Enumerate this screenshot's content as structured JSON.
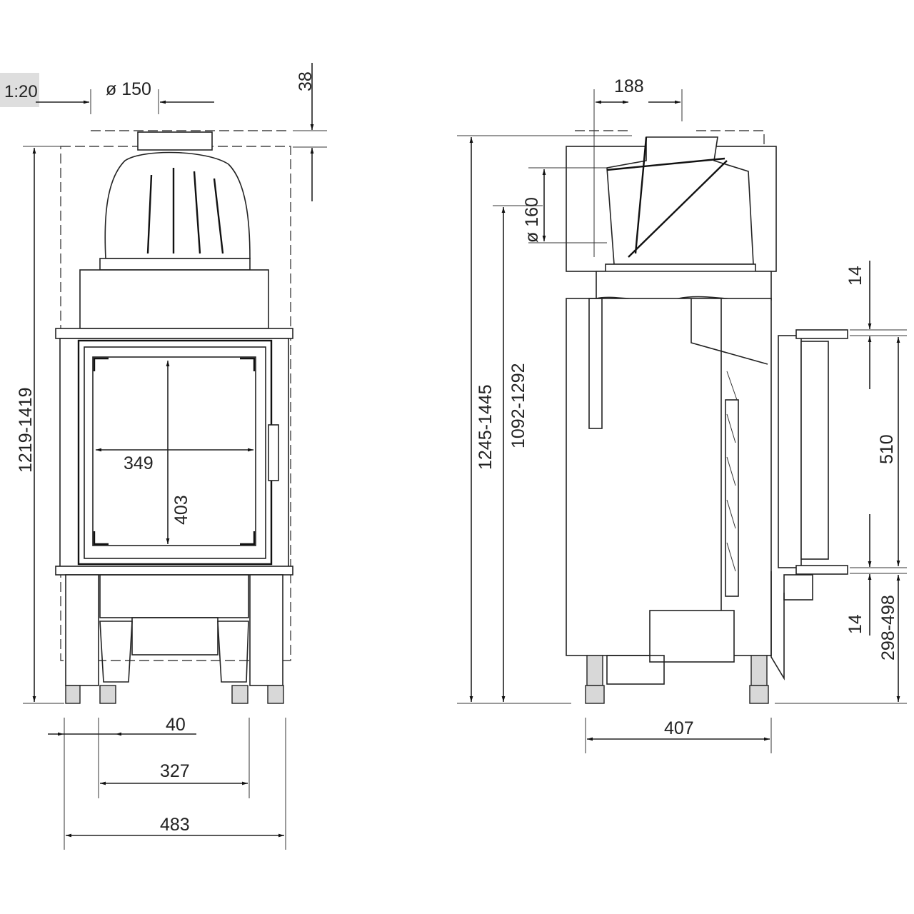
{
  "scale_label": "1:20",
  "front_view": {
    "flue_diameter": "ø 150",
    "flue_height": "38",
    "total_height": "1219-1419",
    "glass_width": "349",
    "glass_height": "403",
    "leg_offset": "40",
    "leg_spacing": "327",
    "total_width": "483"
  },
  "side_view": {
    "flue_offset": "188",
    "air_inlet_diameter": "ø 160",
    "total_height": "1245-1445",
    "outlet_height": "1092-1292",
    "top_gap": "14",
    "door_height": "510",
    "bottom_gap": "14",
    "base_height": "298-498",
    "depth": "407"
  }
}
